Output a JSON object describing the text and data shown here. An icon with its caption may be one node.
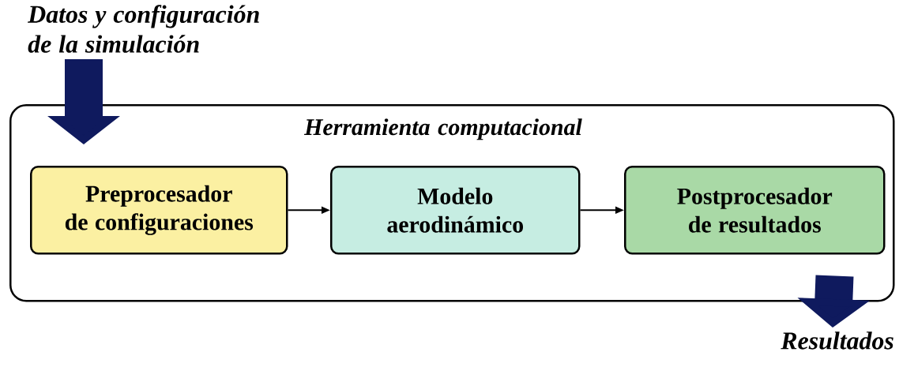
{
  "diagram": {
    "nodes": [
      {
        "text": [
          "Datos y configuración de la simulación"
        ]
      },
      {
        "text": [
          "Herramienta computacional"
        ]
      },
      {
        "text": [
          "Preprocesador de configuraciones"
        ],
        "in": 1
      },
      {
        "text": [
          "Modelo aerodinámico"
        ],
        "in": 1
      },
      {
        "text": [
          "Postprocesador de resultados"
        ],
        "in": 1
      },
      {
        "text": [
          "Resultados"
        ]
      }
    ],
    "edges": [
      {
        "from": 0,
        "to": 1,
        "arrow": "to",
        "style": "thick",
        "color": "#0f1a5e"
      },
      {
        "from": 2,
        "to": 3,
        "arrow": "to",
        "color": "#000000"
      },
      {
        "from": 3,
        "to": 4,
        "arrow": "to",
        "color": "#000000"
      },
      {
        "from": 1,
        "to": 5,
        "arrow": "to",
        "style": "thick",
        "color": "#0f1a5e"
      }
    ]
  }
}
